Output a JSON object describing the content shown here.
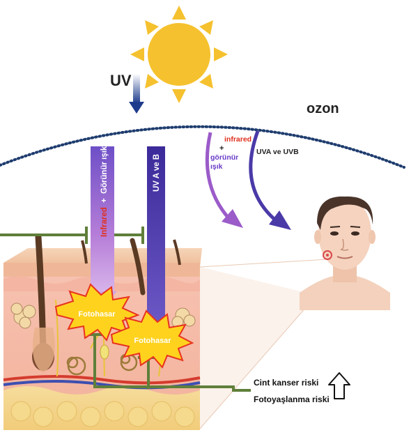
{
  "labels": {
    "uv": "UV",
    "ozone": "ozon",
    "infrared": "infrared",
    "plus": "+",
    "visible": "görünür",
    "light": "ışık",
    "uva_uvb": "UVA ve UVB",
    "vertical_ir_part1": "Infrared",
    "vertical_ir_part2": "+",
    "vertical_ir_part3": "Görünür ışık",
    "vertical_uv": "UV A ve B",
    "photodamage_1": "Fotohasar",
    "photodamage_2": "Fotohasar",
    "risk_cancer": "Cint kanser riski",
    "risk_aging": "Fotoyaşlanma riski"
  },
  "colors": {
    "sun": "#f5c12e",
    "uv_arrow": "#1f3c8c",
    "infrared_text": "#e0301e",
    "visible_text": "#6a3cc8",
    "ir_arrow": "#b07ad6",
    "uv_column": "#5b49b4",
    "ozone_dots": "#1e3c6e",
    "starburst": "#ffd21e",
    "starburst_edge": "#e8321e",
    "inhibit_line": "#5f7f3a"
  }
}
